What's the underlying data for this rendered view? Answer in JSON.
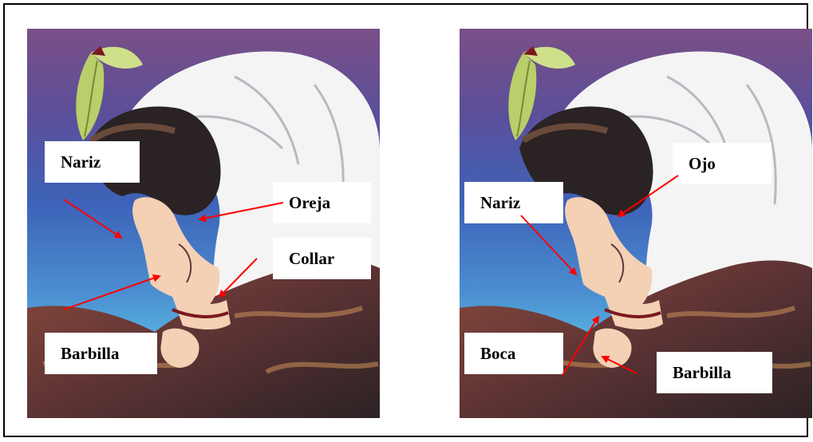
{
  "left_panel": {
    "labels": {
      "nariz": "Nariz",
      "oreja": "Oreja",
      "collar": "Collar",
      "barbilla": "Barbilla"
    }
  },
  "right_panel": {
    "labels": {
      "ojo": "Ojo",
      "nariz": "Nariz",
      "boca": "Boca",
      "barbilla": "Barbilla"
    }
  },
  "colors": {
    "arrow": "#ff0000",
    "sky_top": "#7a4f86",
    "sky_mid": "#3d63b9",
    "sky_low": "#5cc0e8",
    "scarf": "#f4f4f4",
    "hair": "#2a2223",
    "skin": "#f4d0b4",
    "coat": "#6b3a37",
    "feather": "#b8cf6a"
  }
}
